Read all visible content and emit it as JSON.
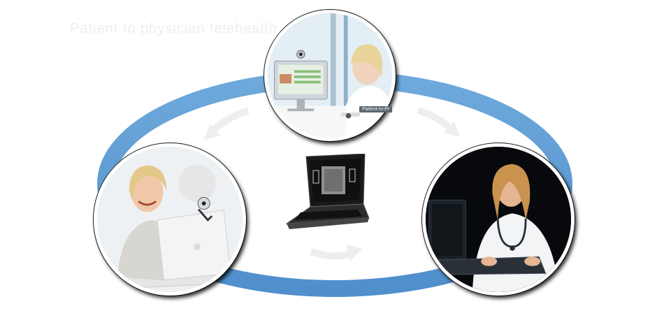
{
  "colors": {
    "ring": "#5b9bd5",
    "arrow": "#f1f1f1",
    "circle_border": "#ffffff",
    "shadow": "#000000"
  },
  "caption": {
    "faint_text": "Patient to physician telehealth"
  },
  "top_photo": {
    "badge_text": "Patient-to-Pr",
    "icons": [
      "webcam-icon",
      "monitor-icon"
    ]
  },
  "left_photo": {
    "icons": [
      "laptop-icon",
      "webcam-icon"
    ]
  },
  "right_photo": {
    "icons": [
      "stethoscope-icon",
      "monitor-icon",
      "keyboard-icon"
    ]
  },
  "center": {
    "icons": [
      "laptop-icon"
    ]
  },
  "flow_arrows": [
    "top-to-left",
    "top-to-right",
    "bottom-to-right"
  ]
}
